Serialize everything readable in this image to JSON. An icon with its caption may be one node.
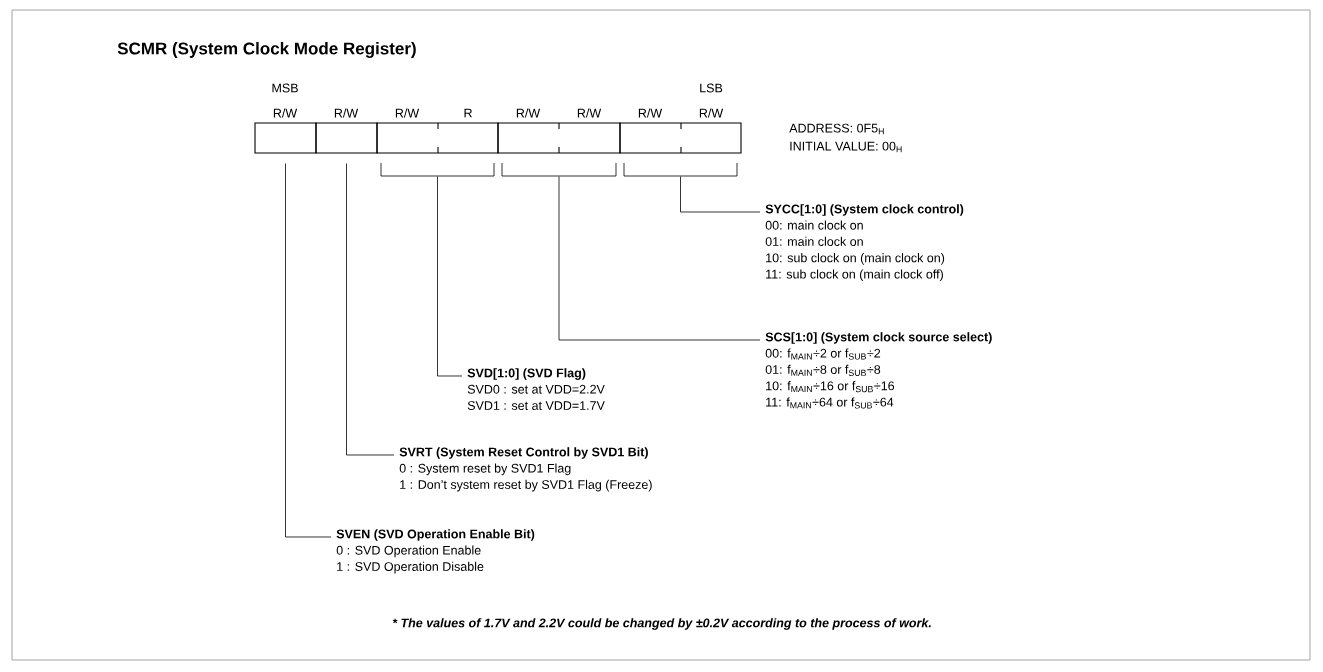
{
  "diagram": {
    "title": "SCMR (System Clock Mode Register)",
    "nodes": [
      {
        "text": [],
        "shape": "box"
      },
      {
        "text": [],
        "shape": "box"
      },
      {
        "text": [],
        "shape": "box"
      },
      {
        "text": [],
        "shape": "box"
      },
      {
        "text": [],
        "shape": "box"
      },
      {
        "text": [
          "SYCC[1:0] (System clock control)",
          "00: main clock on",
          "01: main clock on",
          "10: sub clock on (main clock on)",
          "11: sub clock on (main clock off)"
        ]
      },
      {
        "text": [
          "SCS[1:0] (System clock source select)",
          "00: f$_{MAIN}$÷2 or f$_{SUB}$÷2",
          "01: f$_{MAIN}$÷8 or f$_{SUB}$÷8",
          "10: f$_{MAIN}$÷16 or f$_{SUB}$÷16",
          "11: f$_{MAIN}$÷64 or f$_{SUB}$÷64"
        ]
      },
      {
        "text": [
          "SVD[1:0] (SVD Flag)",
          "SVD0 : set at VDD=2.2V",
          "SVD1 : set at VDD=1.7V"
        ]
      },
      {
        "text": [
          "SVRT (System Reset Control by SVD1 Bit)",
          "0 : System reset by SVD1 Flag",
          "1 : Don’t system reset by SVD1 Flag (Freeze)"
        ]
      },
      {
        "text": [
          "SVEN (SVD Operation Enable Bit)",
          "0 : SVD Operation Enable",
          "1 : SVD Operation Disable"
        ]
      }
    ],
    "edges": [
      {
        "from": 4,
        "to": 5,
        "arrow": "none"
      },
      {
        "from": 3,
        "to": 6,
        "arrow": "none"
      },
      {
        "from": 2,
        "to": 7,
        "arrow": "none"
      },
      {
        "from": 1,
        "to": 8,
        "arrow": "none"
      },
      {
        "from": 0,
        "to": 9,
        "arrow": "none"
      }
    ],
    "labels": [
      "MSB",
      "LSB",
      "R/W",
      "R/W",
      "R/W",
      "R",
      "R/W",
      "R/W",
      "R/W",
      "R/W",
      "ADDRESS: 0F5$_{H}$",
      "INITIAL VALUE: 00$_{H}$",
      "* The values of 1.7V and 2.2V could be changed by ±0.2V according to the process of work."
    ]
  }
}
